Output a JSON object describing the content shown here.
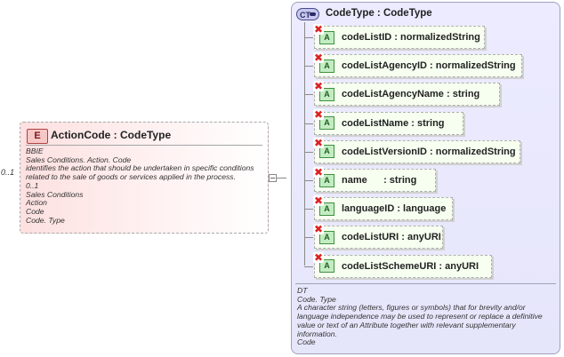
{
  "element": {
    "badge": "E",
    "title": "ActionCode : CodeType",
    "cardinality": "0..1",
    "documentation": [
      "BBIE",
      "Sales Conditions. Action. Code",
      "identifies the action that should be undertaken in specific conditions",
      "related to the sale of goods or services applied in the process.",
      "0..1",
      "Sales Conditions",
      "Action",
      "Code",
      "Code. Type"
    ]
  },
  "complex_type": {
    "badge": "CT",
    "title": "CodeType : CodeType",
    "attributes": [
      {
        "badge": "A",
        "label": "codeListID : normalizedString"
      },
      {
        "badge": "A",
        "label": "codeListAgencyID : normalizedString"
      },
      {
        "badge": "A",
        "label": "codeListAgencyName : string"
      },
      {
        "badge": "A",
        "label": "codeListName : string"
      },
      {
        "badge": "A",
        "label": "codeListVersionID : normalizedString"
      },
      {
        "badge": "A",
        "label": "name      : string"
      },
      {
        "badge": "A",
        "label": "languageID : language"
      },
      {
        "badge": "A",
        "label": "codeListURI : anyURI"
      },
      {
        "badge": "A",
        "label": "codeListSchemeURI : anyURI"
      }
    ],
    "documentation": "DT\nCode. Type\nA character string (letters, figures or symbols) that for brevity and/or language independence may be used to represent or replace a definitive value or text of an Attribute together with relevant supplementary information.\nCode"
  },
  "colors": {
    "element_fill": "#fde0e0",
    "complex_type_fill": "#ecebff",
    "attribute_fill": "#f6fff0",
    "prohibited_mark": "#dd2222"
  },
  "icons": {
    "element_badge": "element-e-icon",
    "complex_type_badge": "complex-type-ct-icon",
    "attribute_badge": "attribute-a-icon",
    "prohibited": "prohibited-x-icon",
    "connector": "sequence-connector-icon"
  }
}
